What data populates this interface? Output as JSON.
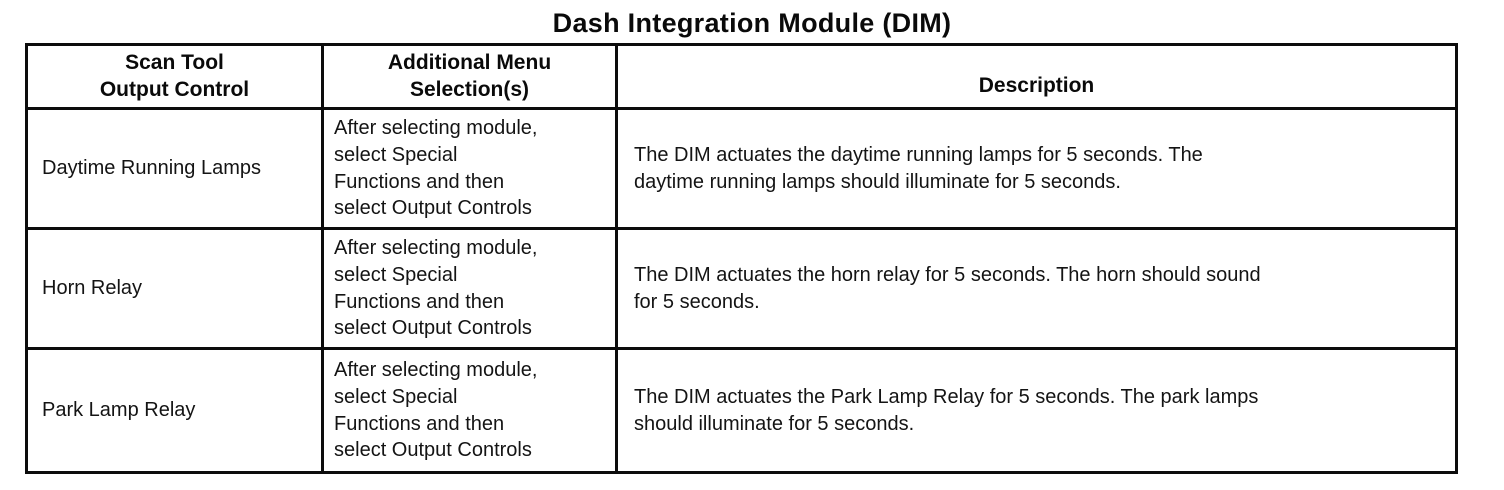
{
  "page": {
    "title": "Dash Integration Module (DIM)"
  },
  "table": {
    "headers": {
      "control": "Scan Tool\nOutput Control",
      "menu": "Additional Menu\nSelection(s)",
      "description": "Description"
    },
    "rows": [
      {
        "control": "Daytime Running Lamps",
        "menu": "After selecting module,\nselect Special\nFunctions and then\nselect Output Controls",
        "description": "The DIM actuates the daytime running lamps for 5 seconds. The\ndaytime running lamps should illuminate for 5 seconds."
      },
      {
        "control": "Horn Relay",
        "menu": "After selecting module,\nselect Special\nFunctions and then\nselect Output Controls",
        "description": "The DIM actuates the horn relay for 5 seconds. The horn should sound\nfor 5 seconds."
      },
      {
        "control": "Park Lamp Relay",
        "menu": "After selecting module,\nselect Special\nFunctions and then\nselect Output Controls",
        "description": "The DIM actuates the Park Lamp Relay for 5 seconds. The park lamps\nshould illuminate for 5 seconds."
      }
    ]
  }
}
